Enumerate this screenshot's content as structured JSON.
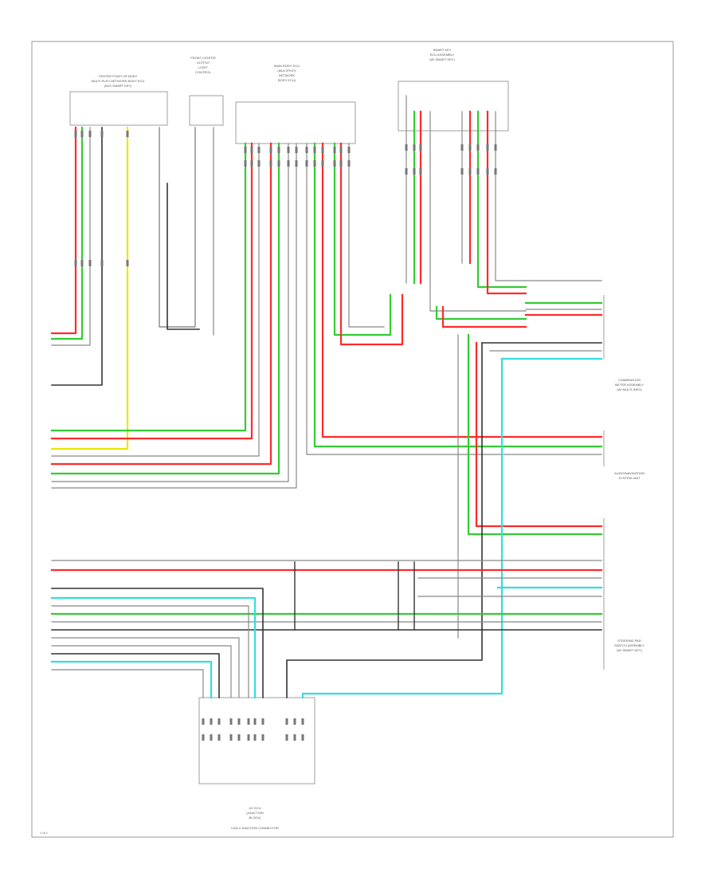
{
  "components": {
    "c1": {
      "lines": [
        "CENTER POINT OF BODY",
        "MULTI-PLEX NETWORK BODY ECU",
        "(W/O SMART KEY)"
      ]
    },
    "c2": {
      "lines": [
        "FRONT CENTER",
        "OUTPUT",
        "LIGHT",
        "CONTROL"
      ]
    },
    "c3": {
      "lines": [
        "MAIN BODY ECU",
        "(MULTIPLEX",
        "NETWORK",
        "BODY ECU)"
      ]
    },
    "c4": {
      "lines": [
        "SMART KEY",
        "ECU ASSEMBLY",
        "(W/ SMART KEY)"
      ]
    },
    "r1": {
      "lines": [
        "COMBINATION",
        "METER ASSEMBLY",
        "(W/ MULTI-INFO)"
      ]
    },
    "r2": {
      "lines": [
        "AUDIO/NAVIGATION",
        "SYSTEM UNIT"
      ]
    },
    "r3": {
      "lines": [
        "STEERING PAD",
        "SWITCH ASSEMBLY",
        "(W/ SMART KEY)"
      ]
    },
    "bottom": {
      "lines": [
        "J/C ECU",
        "(JUNCTION",
        "BLOCK)",
        "CAN 2 JUNCTION CONNECTOR"
      ]
    }
  },
  "footer": {
    "page_mark": "1 of 1"
  },
  "colors": {
    "red": "#ff2a2a",
    "green": "#33cc33",
    "gray": "#888888",
    "black": "#333333",
    "yellow": "#e8e800",
    "cyan": "#33dddd"
  }
}
